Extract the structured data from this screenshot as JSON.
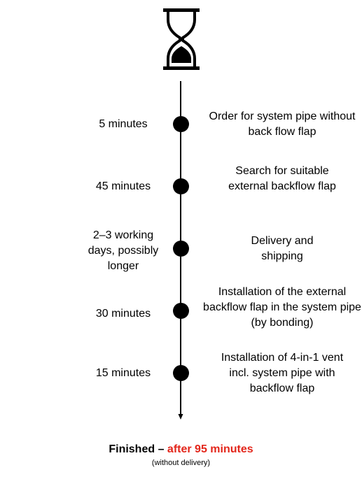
{
  "icon": "hourglass-icon",
  "steps": [
    {
      "duration": "5 minutes",
      "description": "Order for system pipe without back flow flap"
    },
    {
      "duration": "45 minutes",
      "description": "Search for suitable external backflow flap"
    },
    {
      "duration": "2–3 working days, possibly longer",
      "description": "Delivery and shipping"
    },
    {
      "duration": "30 minutes",
      "description": "Installation of the external backflow flap in the system pipe (by bonding)"
    },
    {
      "duration": "15 minutes",
      "description": "Installation of 4-in-1 vent incl. system pipe with backflow flap"
    }
  ],
  "footer": {
    "prefix": "Finished – ",
    "highlight": "after 95 minutes",
    "note": "(without delivery)"
  },
  "colors": {
    "accent": "#e3261b",
    "line": "#000000"
  }
}
